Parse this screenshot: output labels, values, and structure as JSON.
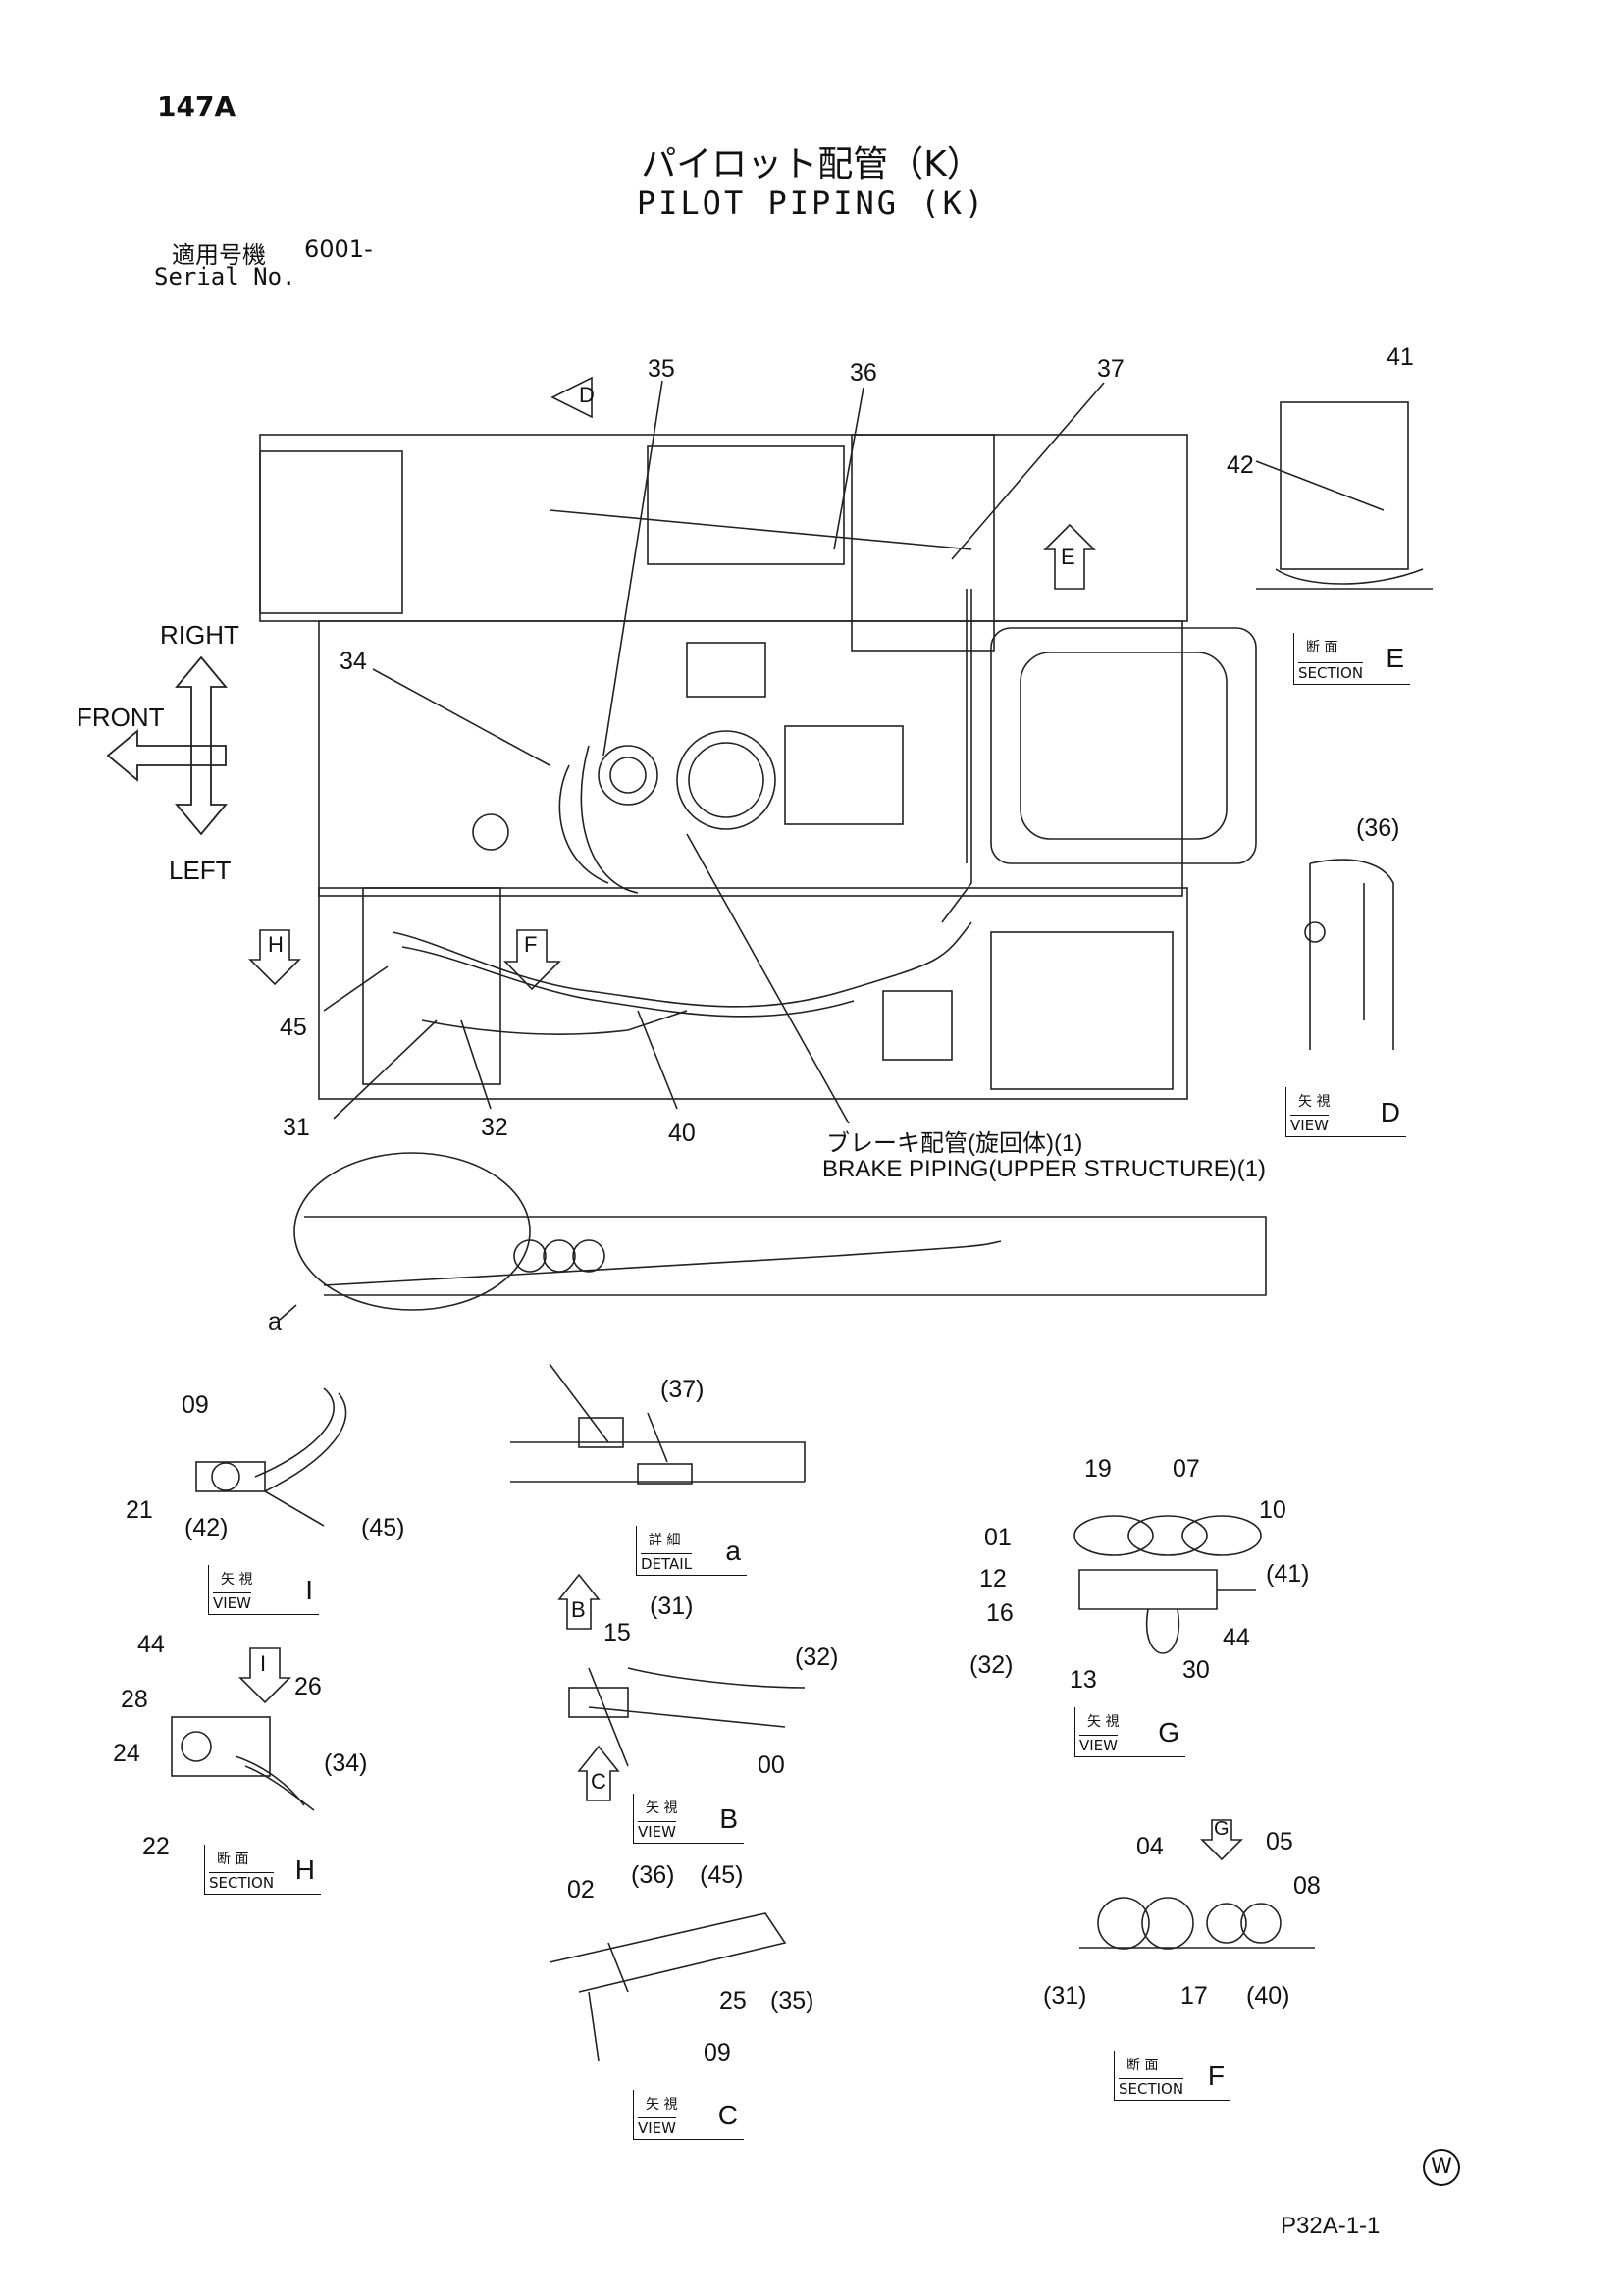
{
  "page_number": "147A",
  "title": {
    "jp": "パイロット配管（K）",
    "en": "PILOT PIPING (K)"
  },
  "serial": {
    "label_jp": "適用号機",
    "label_en": "Serial No.",
    "value": "6001-"
  },
  "directions": {
    "right": "RIGHT",
    "front": "FRONT",
    "left": "LEFT"
  },
  "main_callouts": [
    "35",
    "36",
    "37",
    "34",
    "45",
    "31",
    "32",
    "40",
    "41",
    "42",
    "(36)"
  ],
  "view_arrows": [
    "D",
    "E",
    "H",
    "F",
    "B",
    "C",
    "I",
    "G"
  ],
  "brake_note": {
    "jp": "ブレーキ配管(旋回体)(1)",
    "en": "BRAKE PIPING(UPPER STRUCTURE)(1)"
  },
  "detail_a_label": "a",
  "views": [
    {
      "jp": "断 面",
      "en": "SECTION",
      "letter": "E"
    },
    {
      "jp": "矢 視",
      "en": "VIEW",
      "letter": "D"
    },
    {
      "jp": "詳 細",
      "en": "DETAIL",
      "letter": "a"
    },
    {
      "jp": "矢 視",
      "en": "VIEW",
      "letter": "I"
    },
    {
      "jp": "矢 視",
      "en": "VIEW",
      "letter": "G"
    },
    {
      "jp": "断 面",
      "en": "SECTION",
      "letter": "H"
    },
    {
      "jp": "矢 視",
      "en": "VIEW",
      "letter": "B"
    },
    {
      "jp": "矢 視",
      "en": "VIEW",
      "letter": "C"
    },
    {
      "jp": "断 面",
      "en": "SECTION",
      "letter": "F"
    }
  ],
  "view_i_callouts": [
    "09",
    "21",
    "(42)",
    "(45)"
  ],
  "detail_a_callouts": [
    "(37)"
  ],
  "view_g_callouts": [
    "19",
    "07",
    "10",
    "01",
    "12",
    "16",
    "(41)",
    "44",
    "(32)",
    "13",
    "30"
  ],
  "section_h_callouts": [
    "44",
    "26",
    "28",
    "24",
    "(34)",
    "22"
  ],
  "view_b_callouts": [
    "15",
    "(31)",
    "(32)",
    "00"
  ],
  "view_c_callouts": [
    "02",
    "(36)",
    "(45)",
    "25",
    "(35)",
    "09"
  ],
  "section_f_callouts": [
    "04",
    "05",
    "08",
    "(31)",
    "17",
    "(40)"
  ],
  "watermark": "W",
  "footer_code": "P32A-1-1"
}
